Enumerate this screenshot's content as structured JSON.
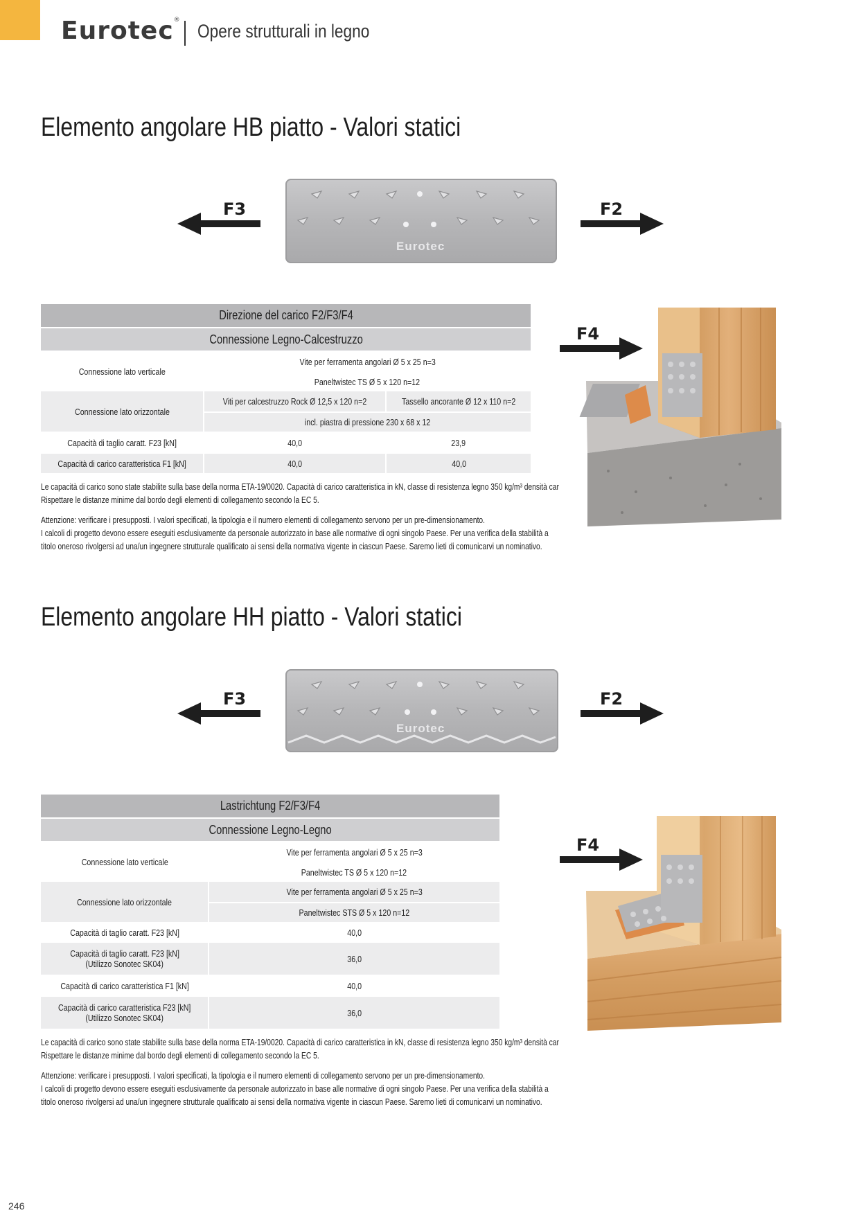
{
  "header": {
    "brand": "Eurotec",
    "brand_mark": "®",
    "subtitle": "Opere strutturali in legno"
  },
  "sections": [
    {
      "title": "Elemento angolare HB piatto - Valori statici",
      "plate_logo": "Eurotec",
      "arrow_left": "F3",
      "arrow_right": "F2",
      "arrow_down_label": "F4",
      "table": {
        "header1": "Direzione del carico F2/F3/F4",
        "header2": "Connessione Legno-Calcestruzzo",
        "vertical_label": "Connessione lato verticale",
        "vertical_lines": [
          "Vite per ferramenta angolari Ø 5 x 25 n=3",
          "Paneltwistec TS Ø 5 x 120 n=12"
        ],
        "horizontal_label": "Connessione lato orizzontale",
        "horizontal_a": "Viti per calcestruzzo Rock Ø 12,5 x 120 n=2",
        "horizontal_b": "Tassello ancorante Ø 12 x 110  n=2",
        "horizontal_shared": "incl. piastra di pressione 230 x 68 x 12",
        "shear_label": "Capacità di taglio caratt. F23 [kN]",
        "shear_a": "40,0",
        "shear_b": "23,9",
        "load_label": "Capacità di carico caratteristica F1 [kN]",
        "load_a": "40,0",
        "load_b": "40,0"
      },
      "notes": [
        "Le capacità di carico sono state stabilite sulla base della norma ETA-19/0020. Capacità di carico caratteristica in kN, classe di resistenza legno 350 kg/m³ densità car",
        "Rispettare le distanze minime dal bordo degli elementi di collegamento secondo la EC 5.",
        "Attenzione: verificare i presupposti. I valori specificati, la tipologia e il numero elementi di collegamento servono per un pre-dimensionamento.",
        "I calcoli di progetto devono essere eseguiti esclusivamente da personale autorizzato in base alle normative di ogni singolo Paese. Per una verifica della stabilità a",
        "titolo oneroso rivolgersi ad una/un ingegnere strutturale qualificato ai sensi della normativa vigente in ciascun Paese. Saremo lieti di comunicarvi un nominativo."
      ]
    },
    {
      "title": "Elemento angolare HH piatto - Valori statici",
      "plate_logo": "Eurotec",
      "arrow_left": "F3",
      "arrow_right": "F2",
      "arrow_down_label": "F4",
      "table": {
        "header1": "Lastrichtung F2/F3/F4",
        "header2": "Connessione Legno-Legno",
        "vertical_label": "Connessione lato verticale",
        "vertical_lines": [
          "Vite per ferramenta angolari Ø 5 x 25 n=3",
          "Paneltwistec TS Ø 5 x 120 n=12"
        ],
        "horizontal_label": "Connessione lato orizzontale",
        "horizontal_lines": [
          "Vite per ferramenta angolari Ø 5 x 25 n=3",
          "Paneltwistec STS Ø 5 x 120 n=12"
        ],
        "shear_label": "Capacità di taglio caratt. F23 [kN]",
        "shear_value": "40,0",
        "shear_sk_label_1": "Capacità di taglio caratt. F23 [kN]",
        "shear_sk_label_2": "(Utilizzo Sonotec SK04)",
        "shear_sk_value": "36,0",
        "load_label": "Capacità di carico caratteristica F1 [kN]",
        "load_value": "40,0",
        "load_sk_label_1": "Capacità di carico caratteristica F23 [kN]",
        "load_sk_label_2": "(Utilizzo Sonotec SK04)",
        "load_sk_value": "36,0"
      },
      "notes": [
        "Le capacità di carico sono state stabilite sulla base della norma ETA-19/0020. Capacità di carico caratteristica in kN, classe di resistenza legno 350 kg/m³ densità car",
        "Rispettare le distanze minime dal bordo degli elementi di collegamento secondo la EC 5.",
        "Attenzione: verificare i presupposti. I valori specificati, la tipologia e il numero elementi di collegamento servono per un pre-dimensionamento.",
        "I calcoli di progetto devono essere eseguiti esclusivamente da personale autorizzato in base alle normative di ogni singolo Paese. Per una verifica della stabilità a",
        "titolo oneroso rivolgersi ad una/un ingegnere strutturale qualificato ai sensi della normativa vigente in ciascun Paese. Saremo lieti di comunicarvi un nominativo."
      ]
    }
  ],
  "footer": {
    "page_number": "246"
  },
  "colors": {
    "accent": "#f4b63f",
    "table_header": "#cfcfd1",
    "row_shade": "#ececed",
    "plate": "#b6b6b8",
    "wood": "#d9a66c"
  }
}
